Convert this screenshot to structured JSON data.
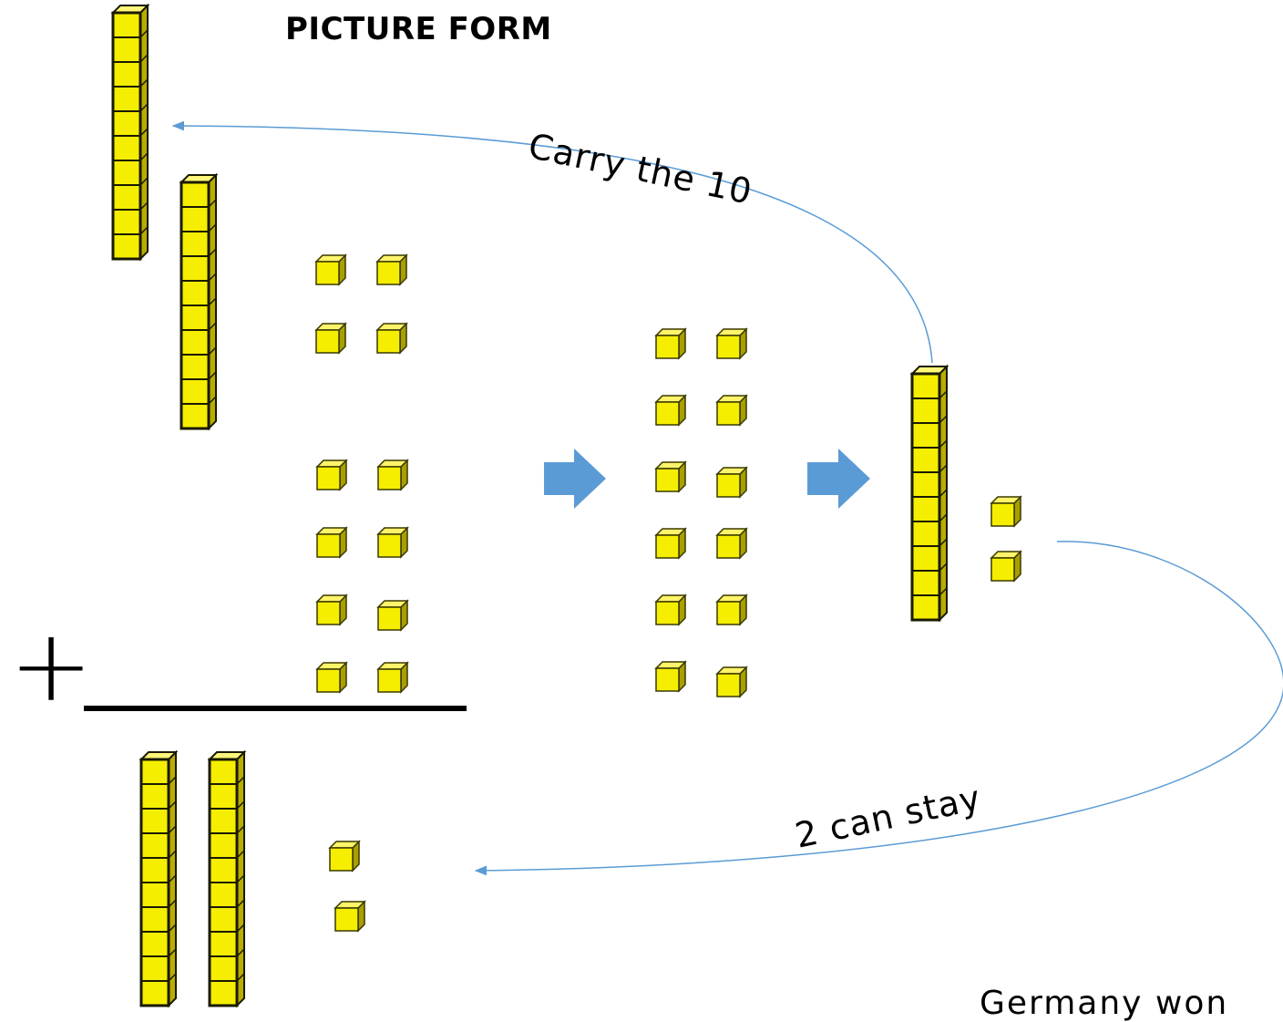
{
  "title": "PICTURE FORM",
  "carry_label": "Carry the 10",
  "stay_label": "2 can stay",
  "plus_sign": "+",
  "footer_text": "Germany won",
  "colors": {
    "block_fill": "#f5ee00",
    "block_edge": "#1a1a00",
    "arrow_blue": "#5b9bd5",
    "line_blue": "#5b9bd5"
  },
  "problem": {
    "addend_top": {
      "tens": 1,
      "ones": 4
    },
    "addend_bottom": {
      "tens": 1,
      "ones": 8
    },
    "combined_ones": 12,
    "regrouped": {
      "tens": 1,
      "ones": 2
    },
    "answer": {
      "tens": 2,
      "ones": 2
    }
  }
}
